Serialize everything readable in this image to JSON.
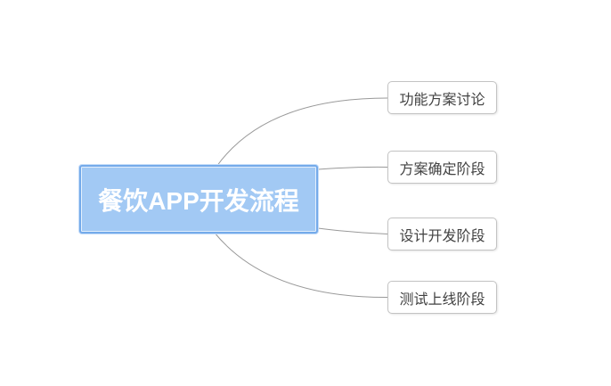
{
  "mindmap": {
    "root": {
      "label": "餐饮APP开发流程"
    },
    "children": [
      {
        "label": "功能方案讨论"
      },
      {
        "label": "方案确定阶段"
      },
      {
        "label": "设计开发阶段"
      },
      {
        "label": "测试上线阶段"
      }
    ],
    "colors": {
      "background": "#ffffff",
      "root_fill": "#a2c9f4",
      "root_border": "#74aaea",
      "root_text": "#ffffff",
      "child_fill": "#ffffff",
      "child_border": "#c3c3c3",
      "child_text": "#424242",
      "connector": "#999999"
    }
  }
}
